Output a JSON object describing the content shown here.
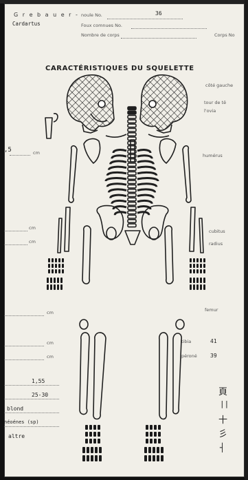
{
  "header": {
    "line1_left": "G r e b a u e r -",
    "line1_label": "noule No.",
    "line1_value": "36",
    "line2_left": "Cardartus",
    "line2_label": "Foux comnues No.",
    "line3_label": "Nombre de corps",
    "line3_right": "Corps No"
  },
  "title": "CARACTÉRISTIQUES DU SQUELETTE",
  "right_labels": {
    "r1": "côté gauche",
    "r2": "tour de tê",
    "r3": "l'ovia",
    "r4": "humérus",
    "r5": "cubitus",
    "r6": "radius",
    "r7": "femur",
    "r8": "tibia",
    "r9": "péroné",
    "r8_value": "41",
    "r9_value": "39"
  },
  "left_labels": {
    "l1": ",5",
    "l1_unit": "cm",
    "l2_unit": "cm",
    "l3_unit": "cm",
    "l4_unit": "cm",
    "l5_unit": "cm",
    "l6_unit": "cm"
  },
  "bottom_left": {
    "b1": "1,55",
    "b2": "25-30",
    "b3": "blond",
    "b4": "néoénes (sp)",
    "b5": "altre"
  },
  "margin_glyphs": [
    "頁",
    "||",
    "十",
    "彡",
    "┤"
  ]
}
